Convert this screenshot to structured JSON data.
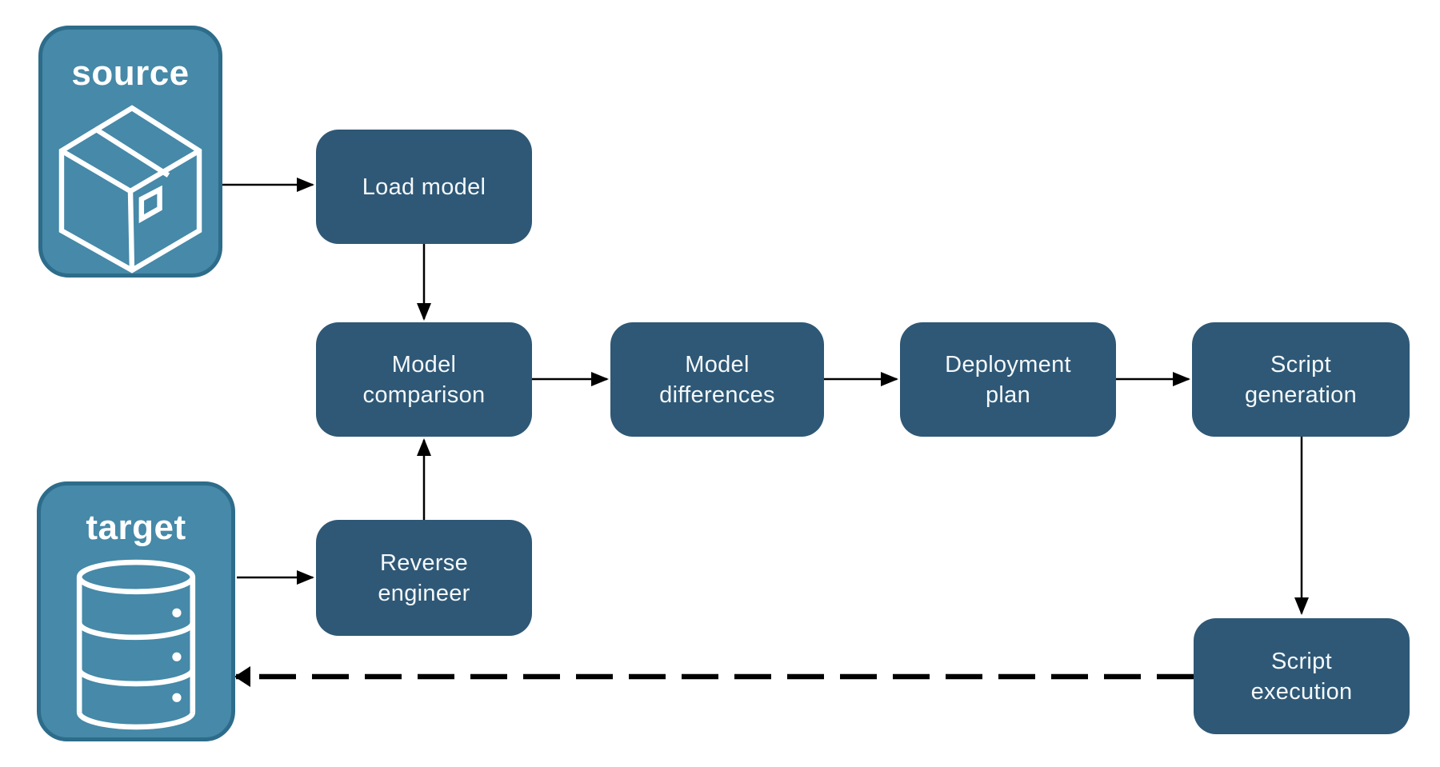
{
  "diagram": {
    "nodes": {
      "source": {
        "label": "source",
        "icon": "package-icon"
      },
      "target": {
        "label": "target",
        "icon": "database-icon"
      },
      "load_model": {
        "label": "Load model"
      },
      "model_comparison": {
        "label": "Model\ncomparison"
      },
      "model_differences": {
        "label": "Model\ndifferences"
      },
      "deployment_plan": {
        "label": "Deployment\nplan"
      },
      "script_generation": {
        "label": "Script\ngeneration"
      },
      "reverse_engineer": {
        "label": "Reverse\nengineer"
      },
      "script_execution": {
        "label": "Script\nexecution"
      }
    },
    "edges": [
      {
        "from": "source",
        "to": "load_model",
        "style": "solid"
      },
      {
        "from": "load_model",
        "to": "model_comparison",
        "style": "solid"
      },
      {
        "from": "model_comparison",
        "to": "model_differences",
        "style": "solid"
      },
      {
        "from": "model_differences",
        "to": "deployment_plan",
        "style": "solid"
      },
      {
        "from": "deployment_plan",
        "to": "script_generation",
        "style": "solid"
      },
      {
        "from": "script_generation",
        "to": "script_execution",
        "style": "solid"
      },
      {
        "from": "target",
        "to": "reverse_engineer",
        "style": "solid"
      },
      {
        "from": "reverse_engineer",
        "to": "model_comparison",
        "style": "solid"
      },
      {
        "from": "script_execution",
        "to": "target",
        "style": "dashed"
      }
    ],
    "colors": {
      "node_fill": "#2E5876",
      "node_text": "#F5F8FA",
      "endpoint_fill": "#4689A8",
      "endpoint_border": "#2D6C8A",
      "endpoint_text": "#FFFFFF",
      "arrow": "#000000",
      "background": "#FFFFFF"
    }
  }
}
